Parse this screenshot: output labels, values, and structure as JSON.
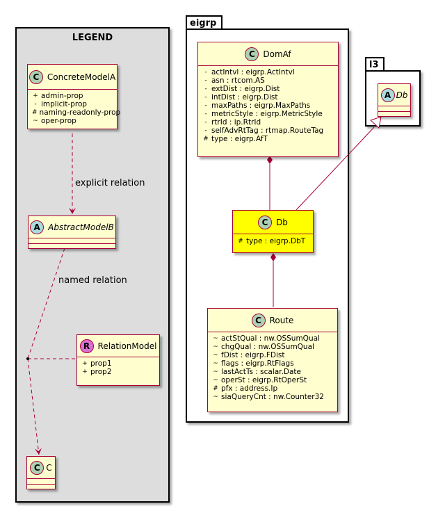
{
  "legend": {
    "title": "LEGEND",
    "concrete": {
      "badge": "C",
      "name": "ConcreteModelA",
      "attrs": [
        {
          "vis": "+",
          "name": "admin-prop"
        },
        {
          "vis": "-",
          "name": "implicit-prop"
        },
        {
          "vis": "#",
          "name": "naming-readonly-prop"
        },
        {
          "vis": "~",
          "name": "oper-prop"
        }
      ]
    },
    "abstract": {
      "badge": "A",
      "name": "AbstractModelB"
    },
    "relation": {
      "badge": "R",
      "name": "RelationModel",
      "attrs": [
        {
          "vis": "+",
          "name": "prop1"
        },
        {
          "vis": "+",
          "name": "prop2"
        }
      ]
    },
    "c": {
      "badge": "C",
      "name": "C"
    },
    "explicit_label": "explicit relation",
    "named_label": "named relation"
  },
  "eigrp": {
    "tab": "eigrp",
    "domaf": {
      "badge": "C",
      "name": "DomAf",
      "attrs": [
        {
          "vis": "-",
          "name": "actIntvl : eigrp.ActIntvl"
        },
        {
          "vis": "-",
          "name": "asn : rtcom.AS"
        },
        {
          "vis": "-",
          "name": "extDist : eigrp.Dist"
        },
        {
          "vis": "-",
          "name": "intDist : eigrp.Dist"
        },
        {
          "vis": "-",
          "name": "maxPaths : eigrp.MaxPaths"
        },
        {
          "vis": "-",
          "name": "metricStyle : eigrp.MetricStyle"
        },
        {
          "vis": "-",
          "name": "rtrId : ip.RtrId"
        },
        {
          "vis": "-",
          "name": "selfAdvRtTag : rtmap.RouteTag"
        },
        {
          "vis": "#",
          "name": "type : eigrp.AfT"
        }
      ]
    },
    "db": {
      "badge": "C",
      "name": "Db",
      "attrs": [
        {
          "vis": "#",
          "name": "type : eigrp.DbT"
        }
      ]
    },
    "route": {
      "badge": "C",
      "name": "Route",
      "attrs": [
        {
          "vis": "~",
          "name": "actStQual : nw.OSSumQual"
        },
        {
          "vis": "~",
          "name": "chgQual : nw.OSSumQual"
        },
        {
          "vis": "~",
          "name": "fDist : eigrp.FDist"
        },
        {
          "vis": "~",
          "name": "flags : eigrp.RtFlags"
        },
        {
          "vis": "~",
          "name": "lastActTs : scalar.Date"
        },
        {
          "vis": "~",
          "name": "operSt : eigrp.RtOperSt"
        },
        {
          "vis": "#",
          "name": "pfx : address.Ip"
        },
        {
          "vis": "~",
          "name": "siaQueryCnt : nw.Counter32"
        }
      ]
    }
  },
  "l3": {
    "tab": "l3",
    "db": {
      "badge": "A",
      "name": "Db"
    }
  },
  "colors": {
    "class_fill": "#fefece",
    "class_border": "#a80036",
    "highlight_fill": "#ffff00",
    "badge_c": "#add1b2",
    "badge_a": "#a9dcdf",
    "badge_r": "#da70d6",
    "legend_bg": "#dddddd"
  }
}
